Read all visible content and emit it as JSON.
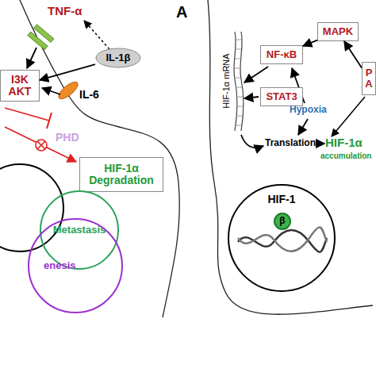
{
  "diagram": {
    "nodes": [
      {
        "text": [
          "I3K AKT"
        ]
      },
      {
        "text": [
          "IL-1β"
        ]
      },
      {
        "text": [
          "HIF-1α Degradation"
        ]
      },
      {
        "text": [
          "Metastasis"
        ]
      },
      {
        "text": [
          "enesis"
        ]
      },
      {
        "text": [
          "MAPK"
        ]
      },
      {
        "text": [
          "NF-κB"
        ]
      },
      {
        "text": [
          "P A"
        ]
      },
      {
        "text": [
          "STAT3"
        ]
      },
      {
        "text": [
          "HIF-1"
        ]
      },
      {
        "text": [
          "β"
        ],
        "in": 9
      }
    ],
    "edges": [
      {
        "from": 1,
        "to": 0,
        "arrow": "to"
      },
      {
        "from": 5,
        "to": 6,
        "arrow": "to"
      },
      {
        "from": 7,
        "to": 5,
        "arrow": "to"
      }
    ],
    "labels": [
      "A",
      "TNF-α",
      "IL-6",
      "PHD",
      "Hypoxia",
      "HIF-1α mRNA",
      "Translation",
      "HIF-1α",
      "accumulation"
    ]
  }
}
